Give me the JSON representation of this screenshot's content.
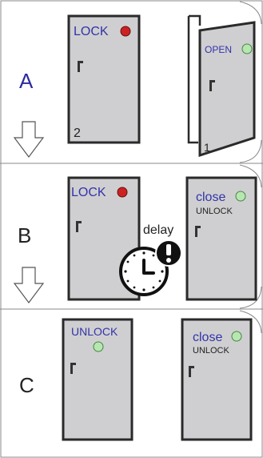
{
  "panels": [
    {
      "step": "A",
      "left_door": {
        "state_label": "LOCK",
        "indicator": "red",
        "number": "2"
      },
      "right_door": {
        "state_label": "OPEN",
        "indicator": "green",
        "number": "1"
      }
    },
    {
      "step": "B",
      "left_door": {
        "state_label": "LOCK",
        "indicator": "red"
      },
      "timer_label": "delay",
      "right_door": {
        "state_label": "close",
        "sub_label": "UNLOCK",
        "indicator": "green"
      }
    },
    {
      "step": "C",
      "left_door": {
        "state_label": "UNLOCK",
        "indicator": "green"
      },
      "right_door": {
        "state_label": "close",
        "sub_label": "UNLOCK",
        "indicator": "green"
      }
    }
  ],
  "colors": {
    "step_label": "#2b2b9e",
    "step_label_plain": "#222222",
    "door_fill": "#cfcfd1",
    "door_outline": "#2a2a2a",
    "red_indicator": "#cc2222",
    "green_indicator": "#b8e6b0",
    "panel_border": "#888888"
  }
}
